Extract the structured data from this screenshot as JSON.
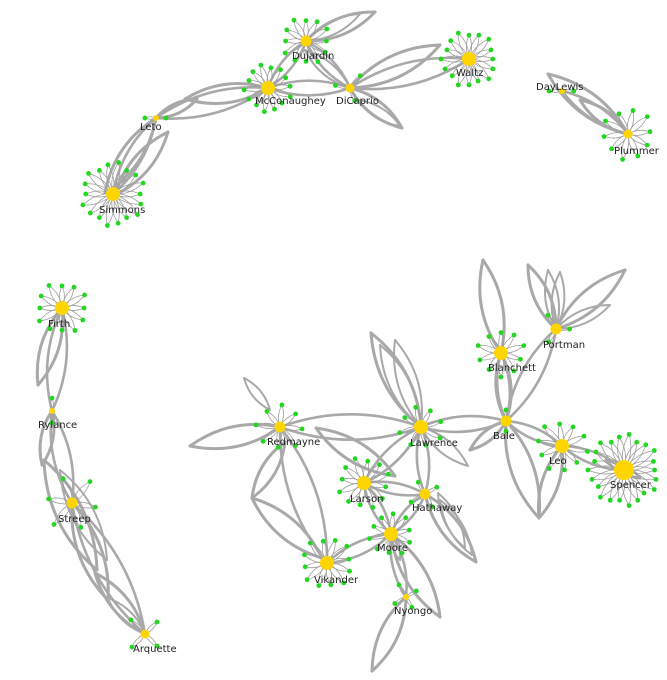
{
  "colors": {
    "background": "#ffffff",
    "hub": "#ffd500",
    "leaf": "#22d622",
    "heavy_edge": "#a9a9a9",
    "light_edge": "#9e9e9e",
    "label": "#222222"
  },
  "graph": {
    "nodes": [
      {
        "id": "Dujardin",
        "label": "Dujardin",
        "size": "medium",
        "leaf_count": 12
      },
      {
        "id": "McConaughey",
        "label": "McConaughey",
        "size": "large",
        "leaf_count": 14
      },
      {
        "id": "DiCaprio",
        "label": "DiCaprio",
        "size": "small",
        "leaf_count": 3
      },
      {
        "id": "Waltz",
        "label": "Waltz",
        "size": "large",
        "leaf_count": 16
      },
      {
        "id": "DayLewis",
        "label": "DayLewis",
        "size": "tiny",
        "leaf_count": 2
      },
      {
        "id": "Plummer",
        "label": "Plummer",
        "size": "small",
        "leaf_count": 10
      },
      {
        "id": "Leto",
        "label": "Leto",
        "size": "tiny",
        "leaf_count": 2
      },
      {
        "id": "Simmons",
        "label": "Simmons",
        "size": "large",
        "leaf_count": 18
      },
      {
        "id": "Firth",
        "label": "Firth",
        "size": "large",
        "leaf_count": 12
      },
      {
        "id": "Rylance",
        "label": "Rylance",
        "size": "tiny",
        "leaf_count": 2
      },
      {
        "id": "Streep",
        "label": "Streep",
        "size": "medium",
        "leaf_count": 6
      },
      {
        "id": "Arquette",
        "label": "Arquette",
        "size": "small",
        "leaf_count": 4
      },
      {
        "id": "Redmayne",
        "label": "Redmayne",
        "size": "medium",
        "leaf_count": 8
      },
      {
        "id": "Vikander",
        "label": "Vikander",
        "size": "large",
        "leaf_count": 12
      },
      {
        "id": "Lawrence",
        "label": "Lawrence",
        "size": "large",
        "leaf_count": 8
      },
      {
        "id": "Larson",
        "label": "Larson",
        "size": "large",
        "leaf_count": 12
      },
      {
        "id": "Hathaway",
        "label": "Hathaway",
        "size": "medium",
        "leaf_count": 4
      },
      {
        "id": "Moore",
        "label": "Moore",
        "size": "large",
        "leaf_count": 10
      },
      {
        "id": "Nyongo",
        "label": "Nyongo",
        "size": "tiny",
        "leaf_count": 4
      },
      {
        "id": "Bale",
        "label": "Bale",
        "size": "medium",
        "leaf_count": 2
      },
      {
        "id": "Blanchett",
        "label": "Blanchett",
        "size": "large",
        "leaf_count": 10
      },
      {
        "id": "Portman",
        "label": "Portman",
        "size": "medium",
        "leaf_count": 3
      },
      {
        "id": "Leo",
        "label": "Leo",
        "size": "large",
        "leaf_count": 10
      },
      {
        "id": "Spencer",
        "label": "Spencer",
        "size": "xlarge",
        "leaf_count": 22
      }
    ],
    "edges": [
      {
        "source": "Dujardin",
        "target": "McConaughey"
      },
      {
        "source": "Dujardin",
        "target": "DiCaprio"
      },
      {
        "source": "McConaughey",
        "target": "Leto"
      },
      {
        "source": "McConaughey",
        "target": "DiCaprio"
      },
      {
        "source": "DiCaprio",
        "target": "Waltz"
      },
      {
        "source": "Leto",
        "target": "Simmons"
      },
      {
        "source": "DayLewis",
        "target": "Plummer"
      },
      {
        "source": "Firth",
        "target": "Rylance"
      },
      {
        "source": "Rylance",
        "target": "Streep"
      },
      {
        "source": "Streep",
        "target": "Arquette"
      },
      {
        "source": "Redmayne",
        "target": "Lawrence"
      },
      {
        "source": "Redmayne",
        "target": "Vikander"
      },
      {
        "source": "Lawrence",
        "target": "Larson"
      },
      {
        "source": "Lawrence",
        "target": "Hathaway"
      },
      {
        "source": "Lawrence",
        "target": "Bale"
      },
      {
        "source": "Larson",
        "target": "Hathaway"
      },
      {
        "source": "Larson",
        "target": "Moore"
      },
      {
        "source": "Hathaway",
        "target": "Moore"
      },
      {
        "source": "Moore",
        "target": "Vikander"
      },
      {
        "source": "Moore",
        "target": "Nyongo"
      },
      {
        "source": "Bale",
        "target": "Blanchett"
      },
      {
        "source": "Bale",
        "target": "Portman"
      },
      {
        "source": "Bale",
        "target": "Leo"
      },
      {
        "source": "Leo",
        "target": "Spencer"
      }
    ]
  }
}
